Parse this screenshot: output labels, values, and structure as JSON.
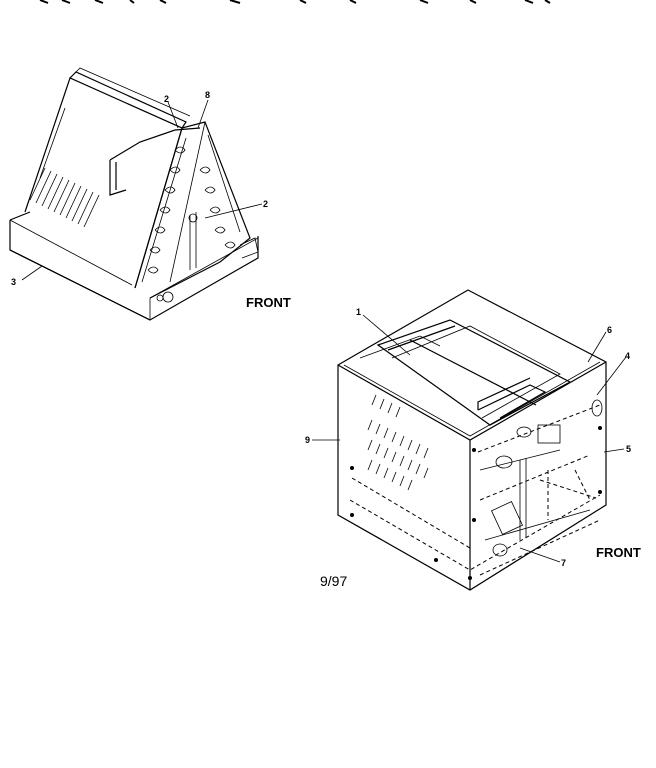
{
  "labels": {
    "left": {
      "l2a": "2",
      "l8": "8",
      "l2b": "2",
      "l3": "3",
      "front": "FRONT"
    },
    "right": {
      "l1": "1",
      "l6": "6",
      "l4": "4",
      "l9": "9",
      "l5": "5",
      "l7": "7",
      "front": "FRONT"
    }
  },
  "date": "9/97"
}
